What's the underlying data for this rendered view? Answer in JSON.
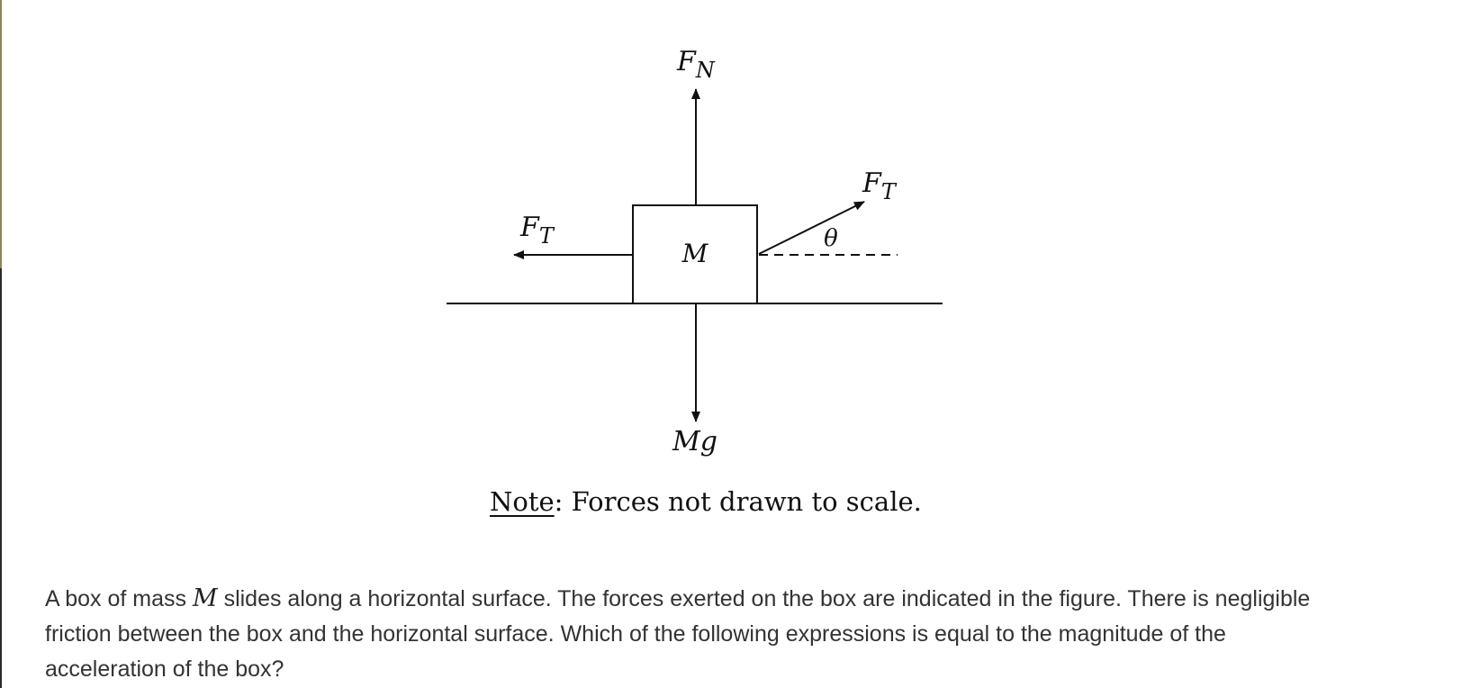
{
  "figure": {
    "box_label": "M",
    "normal_force_label": {
      "base": "F",
      "sub": "N"
    },
    "tension_left_label": {
      "base": "F",
      "sub": "T"
    },
    "tension_right_label": {
      "base": "F",
      "sub": "T"
    },
    "angle_label": "θ",
    "weight_label": "Mg",
    "note_key": "Note",
    "note_text": ": Forces not drawn to scale."
  },
  "question": {
    "part1": "A box of mass ",
    "mass_symbol": "M",
    "part2": " slides along a horizontal surface. The forces exerted on the box are indicated in the figure. There is negligible friction between the box and the horizontal surface. Which of the following expressions is equal to the magnitude of the acceleration of the box?"
  },
  "colors": {
    "ink": "#111111",
    "question_text": "#333333",
    "edge_bar_top": "#8c8456",
    "edge_bar_bottom": "#2c2a24"
  }
}
